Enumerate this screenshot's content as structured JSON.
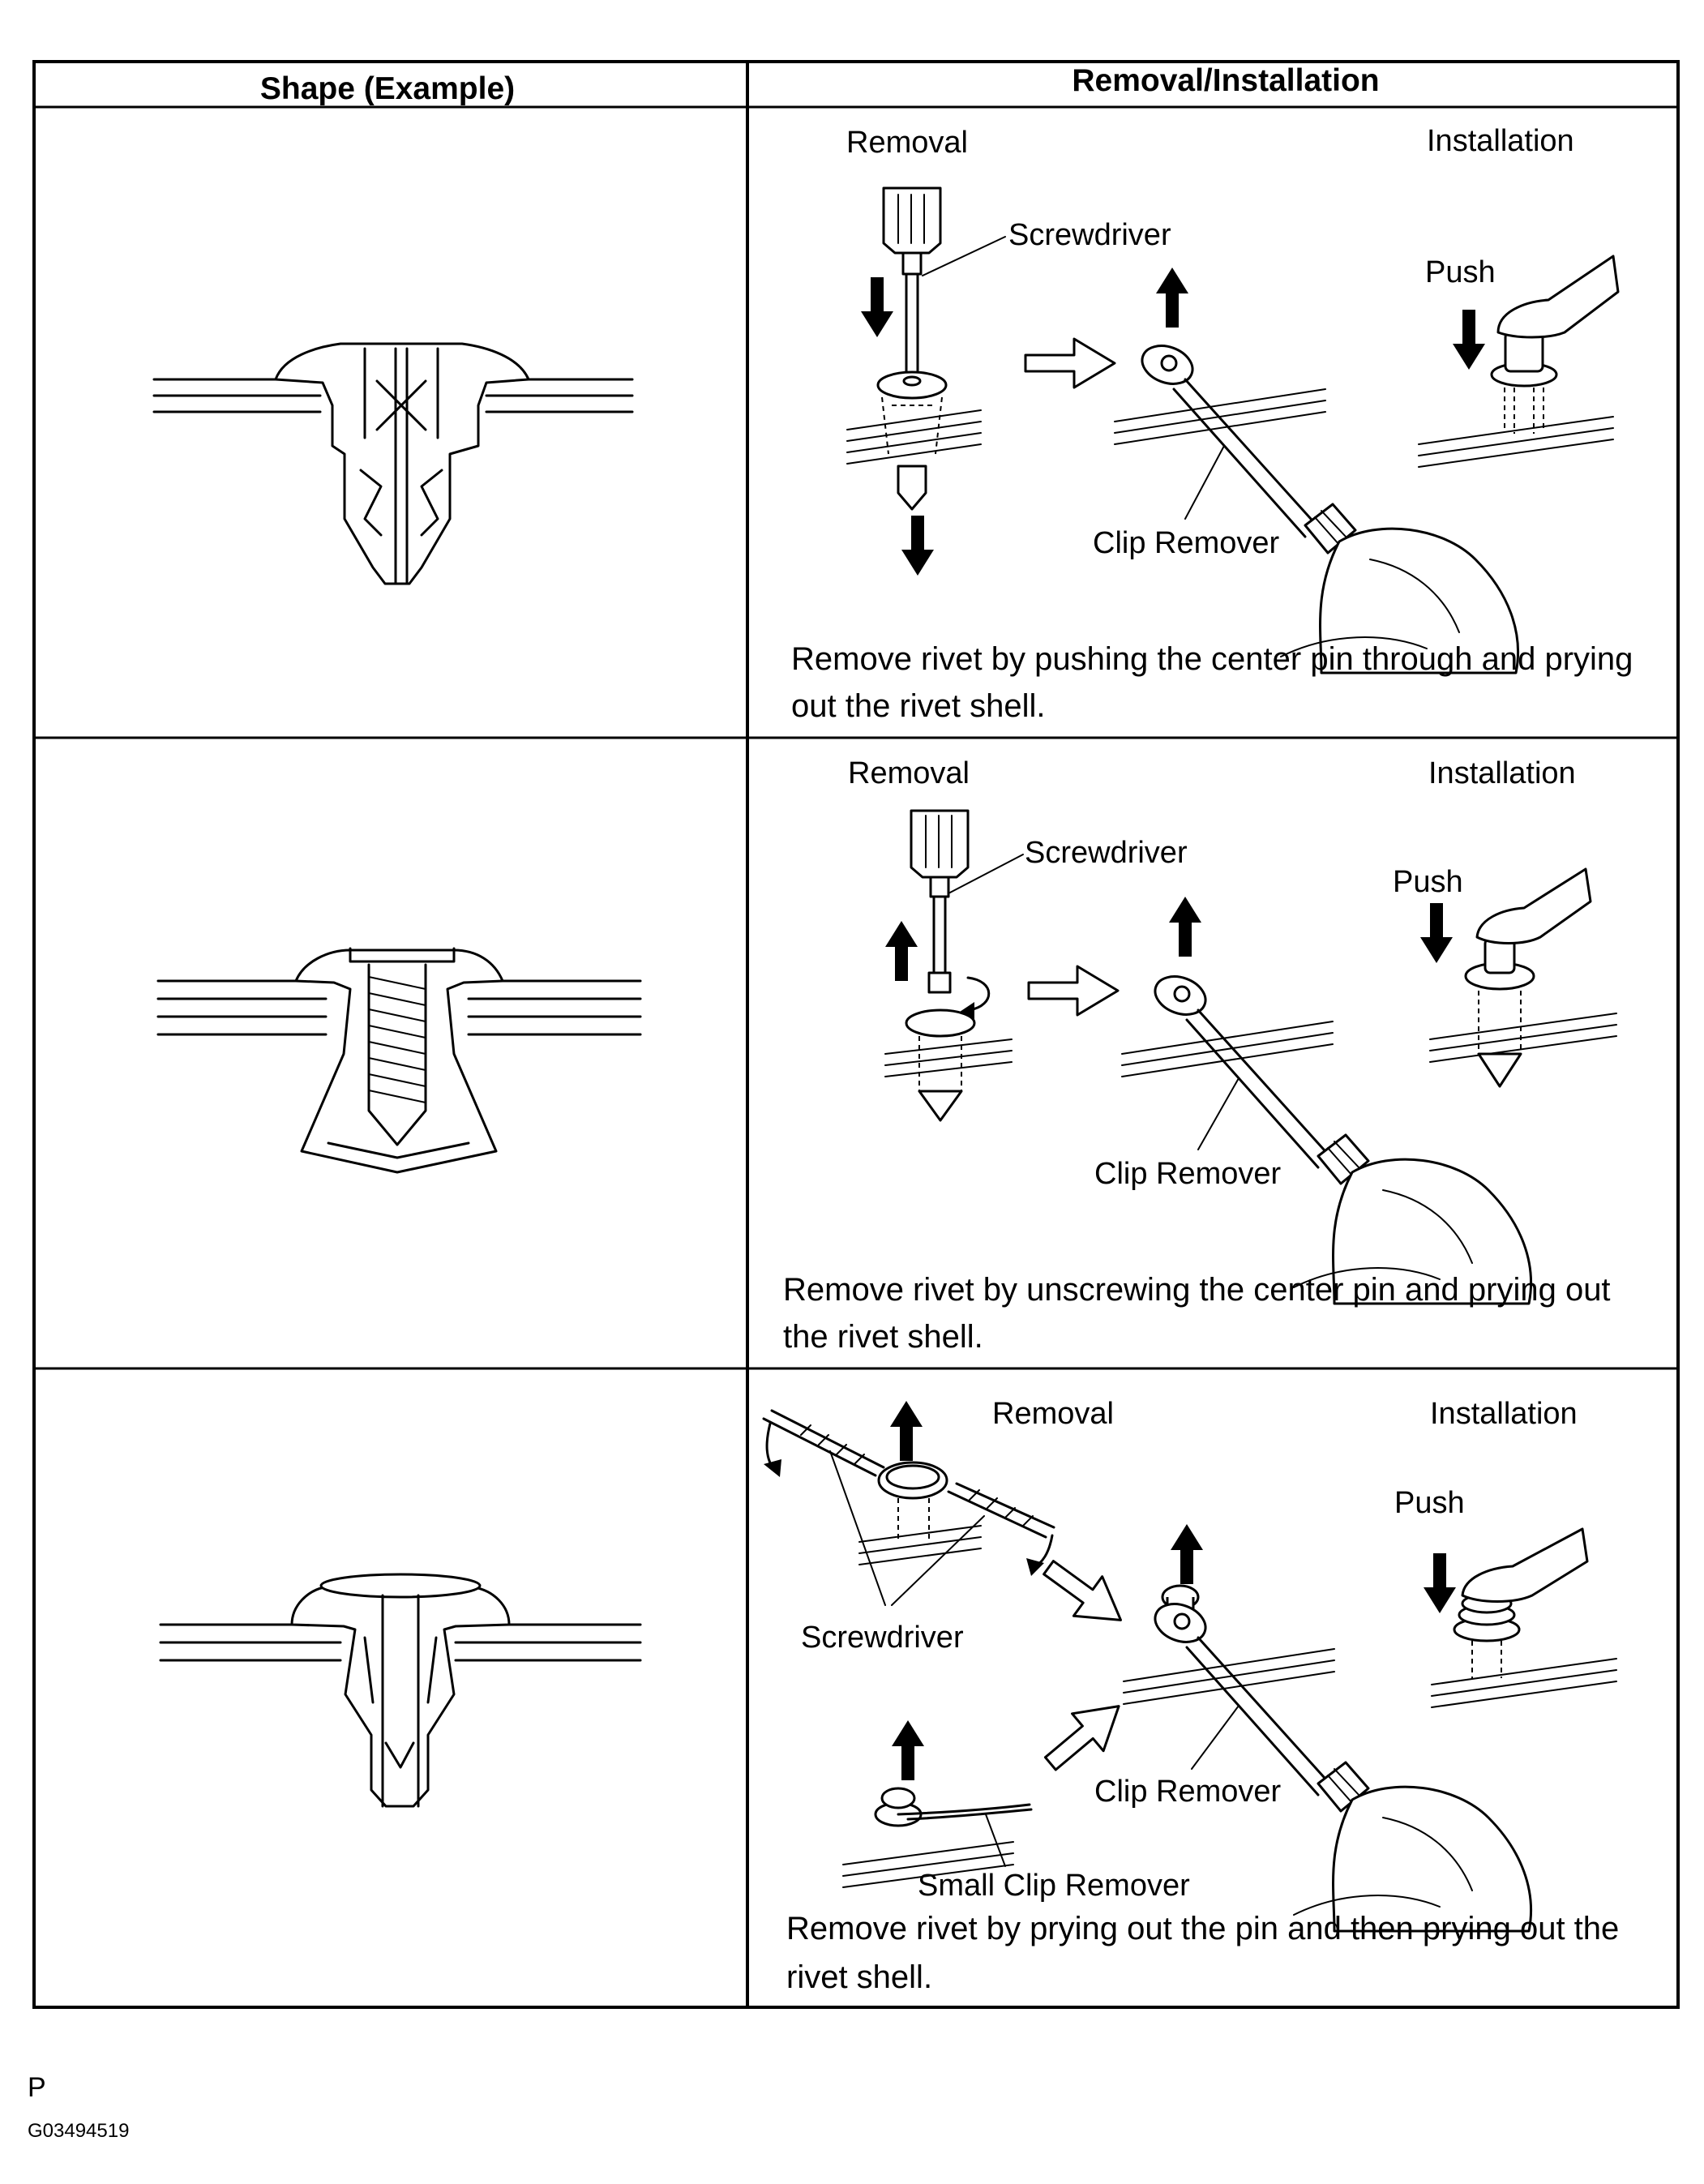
{
  "table": {
    "headers": {
      "shape": "Shape (Example)",
      "removal": "Removal/Installation"
    },
    "rows": [
      {
        "removal_label": "Removal",
        "installation_label": "Installation",
        "tool_label": "Screwdriver",
        "push_label": "Push",
        "clip_remover_label": "Clip Remover",
        "caption_line1": "Remove rivet by pushing the center pin through and prying",
        "caption_line2": "out the rivet shell."
      },
      {
        "removal_label": "Removal",
        "installation_label": "Installation",
        "tool_label": "Screwdriver",
        "push_label": "Push",
        "clip_remover_label": "Clip Remover",
        "caption_line1": "Remove rivet by unscrewing the center pin and prying out",
        "caption_line2": "the rivet shell."
      },
      {
        "removal_label": "Removal",
        "installation_label": "Installation",
        "tool_label": "Screwdriver",
        "push_label": "Push",
        "clip_remover_label": "Clip Remover",
        "small_clip_remover_label": "Small Clip Remover",
        "caption_line1": "Remove rivet by prying out the pin and then prying out the",
        "caption_line2": "rivet shell."
      }
    ]
  },
  "footer": {
    "page_letter": "P",
    "figure_code": "G03494519"
  }
}
